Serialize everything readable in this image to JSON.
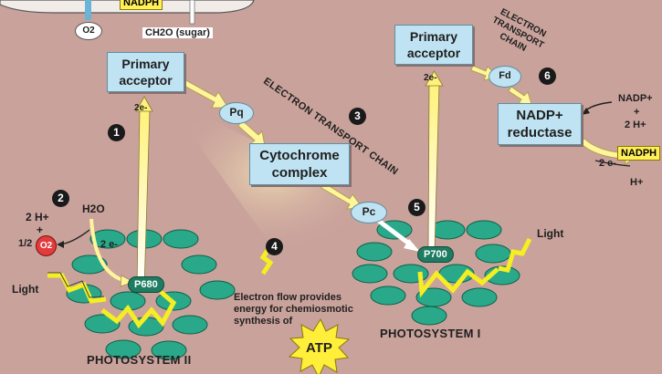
{
  "top": {
    "nadph": "NADPH",
    "o2": "O2",
    "ch2o": "CH2O (sugar)"
  },
  "ps2": {
    "primary_acceptor_l1": "Primary",
    "primary_acceptor_l2": "acceptor",
    "e_up": "2e-",
    "reaction_center": "P680",
    "title": "PHOTOSYSTEM II",
    "light": "Light",
    "water": "H2O",
    "two_h": "2 H+",
    "plus": "+",
    "half_o2": "1/2",
    "o2": "O2",
    "two_e": "2 e-"
  },
  "etc1": {
    "pq": "Pq",
    "cyt_l1": "Cytochrome",
    "cyt_l2": "complex",
    "pc": "Pc",
    "label": "ELECTRON TRANSPORT CHAIN"
  },
  "atp": {
    "text_l1": "Electron flow provides",
    "text_l2": "energy for chemiosmotic",
    "text_l3": "synthesis of",
    "atp": "ATP"
  },
  "ps1": {
    "primary_acceptor_l1": "Primary",
    "primary_acceptor_l2": "acceptor",
    "e_up": "2e-",
    "reaction_center": "P700",
    "title": "PHOTOSYSTEM I",
    "light": "Light"
  },
  "etc2": {
    "label_l1": "ELECTRON",
    "label_l2": "TRANSPORT",
    "label_l3": "CHAIN",
    "fd": "Fd",
    "reductase_l1": "NADP+",
    "reductase_l2": "reductase",
    "nadp_in": "NADP+",
    "plus": "+",
    "two_h": "2 H+",
    "two_e": "2 e-",
    "nadph": "NADPH",
    "h_out": "H+"
  },
  "steps": [
    "1",
    "2",
    "3",
    "4",
    "5",
    "6"
  ],
  "colors": {
    "background": "#c9a29b",
    "box": "#bfe3f2",
    "chlorophyll": "#2aa98a",
    "reaction_center": "#1e7c62",
    "arrow": "#fff59a",
    "light": "#f5ee22",
    "o2": "#e23b3b"
  }
}
